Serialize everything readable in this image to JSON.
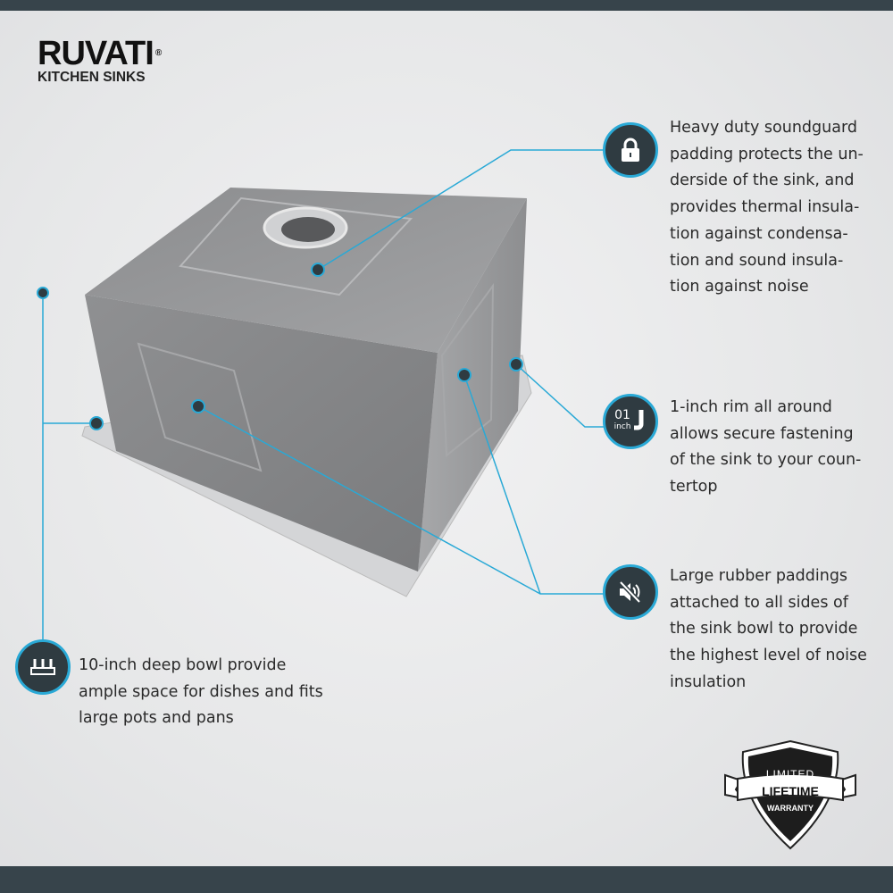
{
  "logo": {
    "brand": "RUVATI",
    "registered": "®",
    "subtitle": "KITCHEN SINKS"
  },
  "callouts": [
    {
      "icon": "lock-icon",
      "lines": [
        "Heavy duty soundguard",
        "padding protects the un-",
        "derside of the sink, and",
        "provides thermal insula-",
        "tion against condensa-",
        "tion and sound insula-",
        "tion against noise"
      ]
    },
    {
      "icon": "rim-inch-icon",
      "icon_text": [
        "01",
        "inch"
      ],
      "lines": [
        "1-inch rim all around",
        "allows secure fastening",
        "of the sink to your coun-",
        "tertop"
      ]
    },
    {
      "icon": "mute-speaker-icon",
      "lines": [
        "Large rubber paddings",
        "attached to all sides of",
        "the sink bowl to provide",
        "the highest level of noise",
        "insulation"
      ]
    },
    {
      "icon": "depth-ruler-icon",
      "lines": [
        "10-inch deep bowl provide",
        "ample space for dishes and fits",
        "large pots and pans"
      ]
    }
  ],
  "badge": {
    "top": "LIMITED",
    "middle": "LIFETIME",
    "bottom": "WARRANTY"
  },
  "colors": {
    "accent": "#29a9d6",
    "dark": "#2f3b41"
  }
}
